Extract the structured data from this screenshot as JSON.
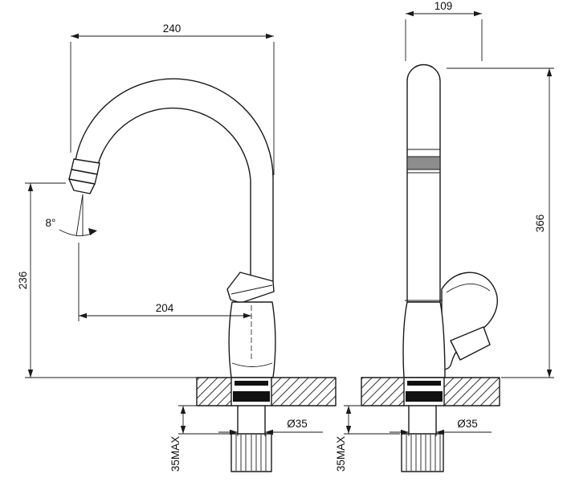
{
  "page": {
    "background": "#ffffff",
    "line_color": "#1a1a1a"
  },
  "views": {
    "side": {
      "dim_top_width": "240",
      "dim_height_to_outlet": "236",
      "dim_spout_reach": "204",
      "dim_outlet_angle": "8°",
      "dim_thread_diameter": "Ø35",
      "dim_counter_max": "35MAX"
    },
    "front": {
      "dim_top_width": "109",
      "dim_total_height": "366",
      "dim_thread_diameter": "Ø35",
      "dim_counter_max": "35MAX"
    }
  }
}
